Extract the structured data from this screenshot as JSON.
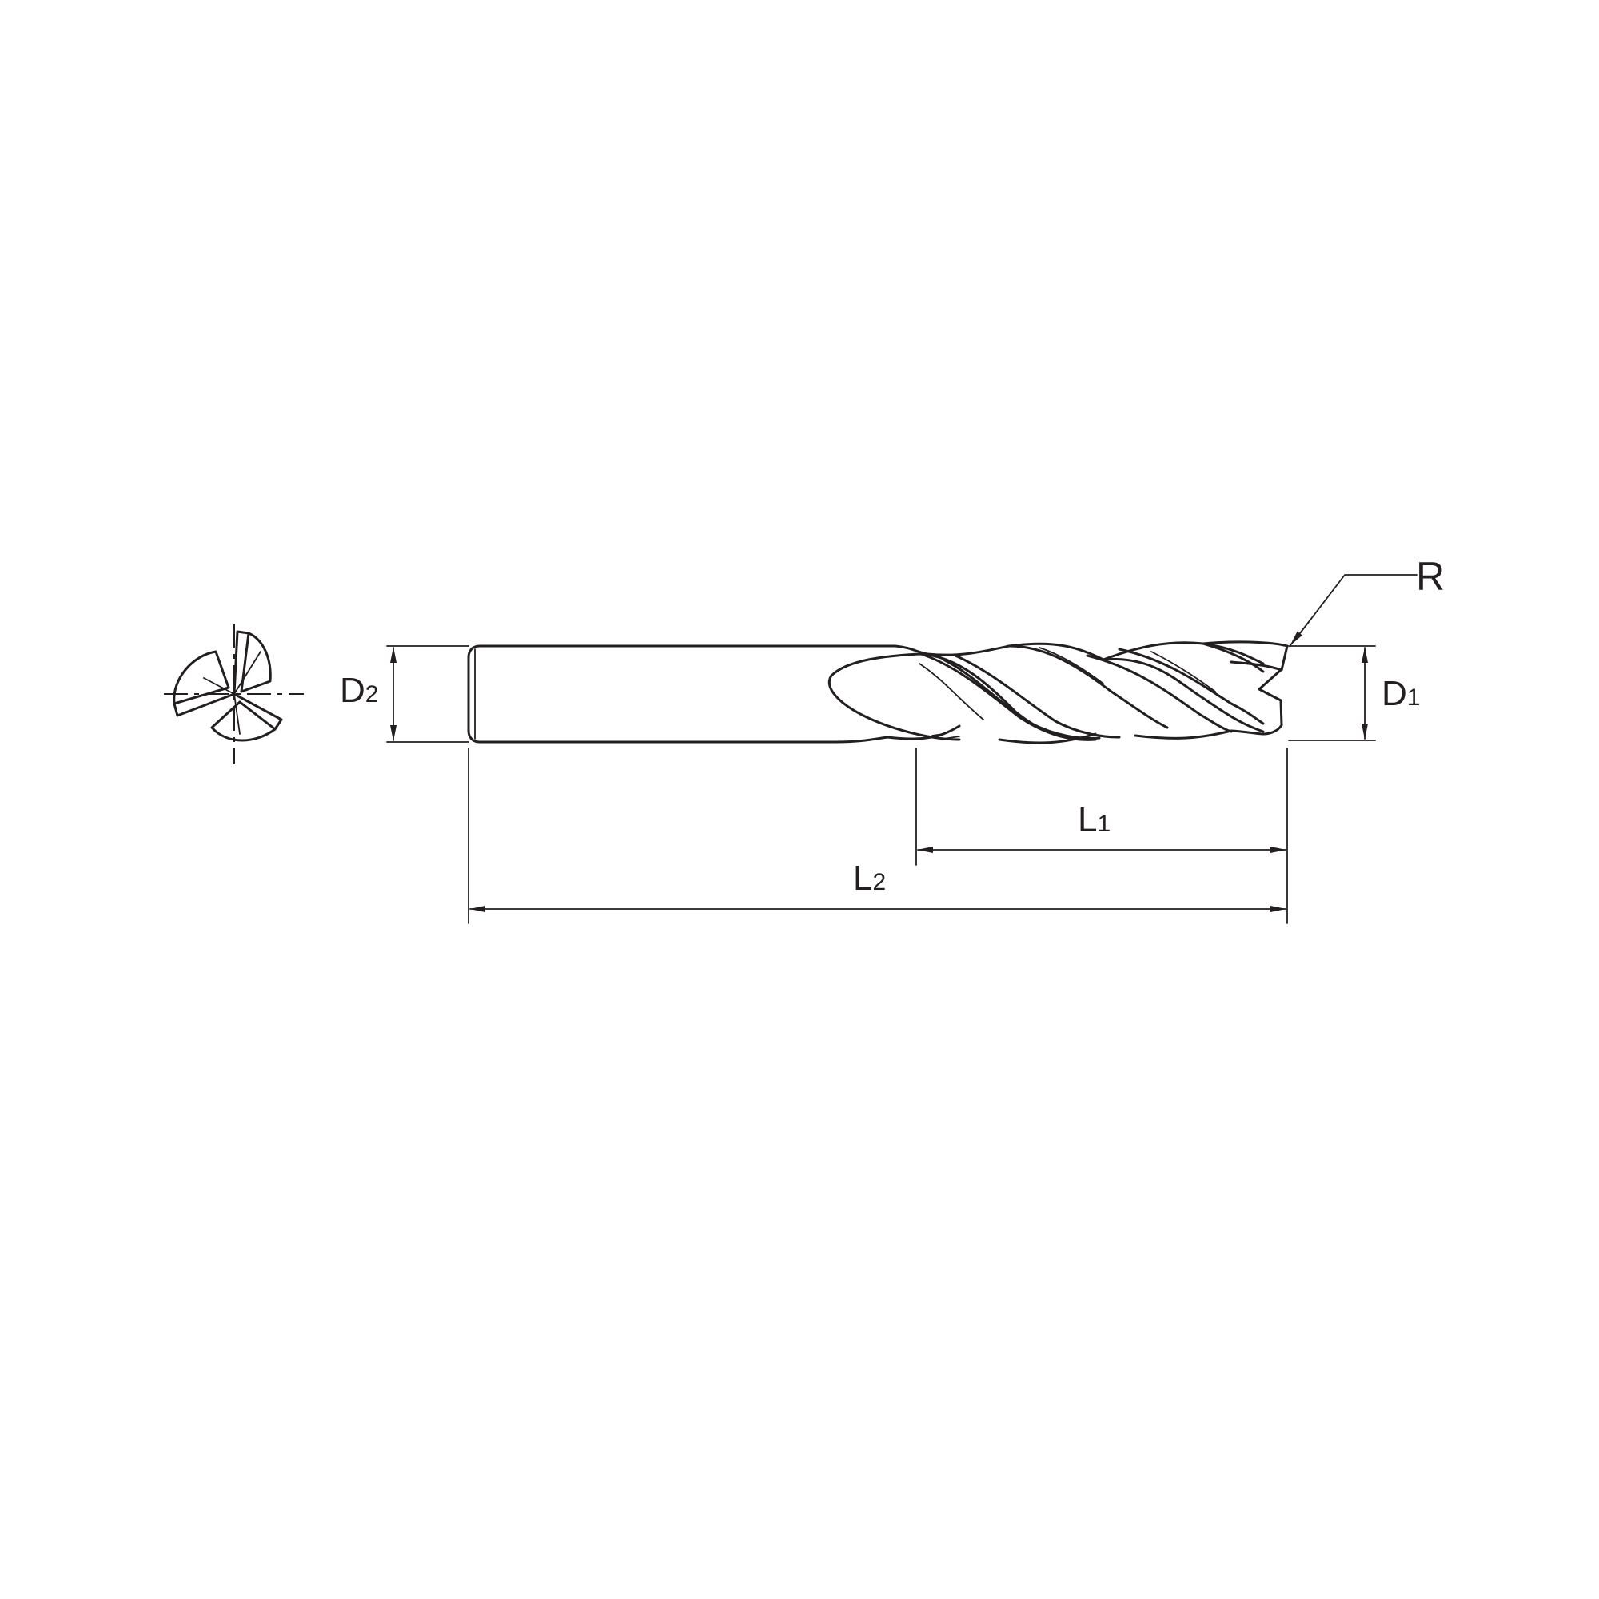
{
  "diagram": {
    "colors": {
      "line": "#231f20",
      "background": "#ffffff"
    },
    "labels": {
      "d2": {
        "letter": "D",
        "sub": "2"
      },
      "d1": {
        "letter": "D",
        "sub": "1"
      },
      "l1": {
        "letter": "L",
        "sub": "1"
      },
      "l2": {
        "letter": "L",
        "sub": "2"
      },
      "r": {
        "letter": "R"
      }
    }
  }
}
